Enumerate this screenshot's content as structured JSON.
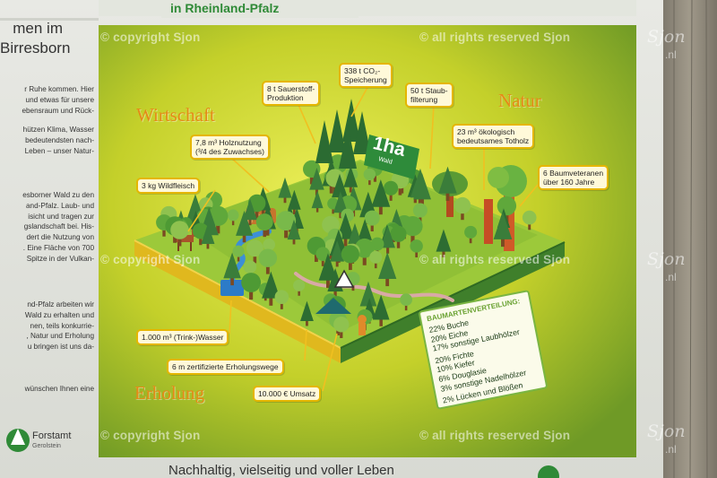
{
  "header": {
    "title": "in Rheinland-Pfalz"
  },
  "left_panel": {
    "heading_lines": [
      "men im",
      "Birresborn"
    ],
    "paragraph1": [
      "r Ruhe kommen. Hier",
      "und etwas für unsere",
      "ebensraum und Rück-",
      "",
      "hützen Klima, Wasser",
      "bedeutendsten nach-",
      "Leben – unser Natur-"
    ],
    "paragraph2": [
      "esborner Wald zu den",
      "and-Pfalz. Laub- und",
      "isicht und tragen zur",
      "gslandschaft bei. His-",
      "dert die Nutzung von",
      ". Eine Fläche von 700",
      "Spitze in der Vulkan-"
    ],
    "paragraph3": [
      "nd-Pfalz arbeiten wir",
      "Wald zu erhalten und",
      "nen, teils konkurrie-",
      ", Natur und Erholung",
      "u bringen ist uns da-"
    ],
    "paragraph4": [
      "wünschen Ihnen eine"
    ],
    "logo_name": "Forstamt",
    "logo_sub": "Gerolstein"
  },
  "section_headings": {
    "wirtschaft": "Wirtschaft",
    "natur": "Natur",
    "erholung": "Erholung"
  },
  "area_badge": {
    "big": "1ha",
    "small": "Wald"
  },
  "callouts": {
    "holz": [
      "7,8 m³ Holznutzung",
      "(³/4 des Zuwachses)"
    ],
    "sauerstoff": [
      "8 t Sauerstoff-",
      "Produktion"
    ],
    "co2": [
      "338 t CO₂-",
      "Speicherung"
    ],
    "staub": [
      "50 t Staub-",
      "filterung"
    ],
    "totholz": [
      "23 m³ ökologisch",
      "bedeutsames Totholz"
    ],
    "wildfleisch": [
      "3 kg Wildfleisch"
    ],
    "veteranen": [
      "6 Baumveteranen",
      "über 160 Jahre"
    ],
    "wasser": [
      "1.000 m³ (Trink-)Wasser"
    ],
    "wege": [
      "6 m zertifizierte Erholungswege"
    ],
    "umsatz": [
      "10.000 € Umsatz"
    ]
  },
  "tree_mix": {
    "title": "BAUMARTENVERTEILUNG:",
    "lines": [
      "22% Buche",
      "20% Eiche",
      "17% sonstige Laubhölzer",
      "",
      "20% Fichte",
      "10% Kiefer",
      "6% Douglasie",
      "3% sonstige Nadelhölzer",
      "",
      "2% Lücken und Blößen"
    ]
  },
  "bottom_text": "Nachhaltig, vielseitig und voller Leben",
  "watermarks": {
    "copyright": "© copyright Sjon",
    "reserved": "© all rights reserved Sjon",
    "script_name": "Sjon",
    "script_suffix": ".nl"
  },
  "colors": {
    "poster_yellow": "#cfd72e",
    "poster_green": "#79a62b",
    "frame_wood": "#8b8577",
    "callout_border": "#e5b600",
    "heading_orange": "#e58a16",
    "header_green": "#2f8a37"
  }
}
